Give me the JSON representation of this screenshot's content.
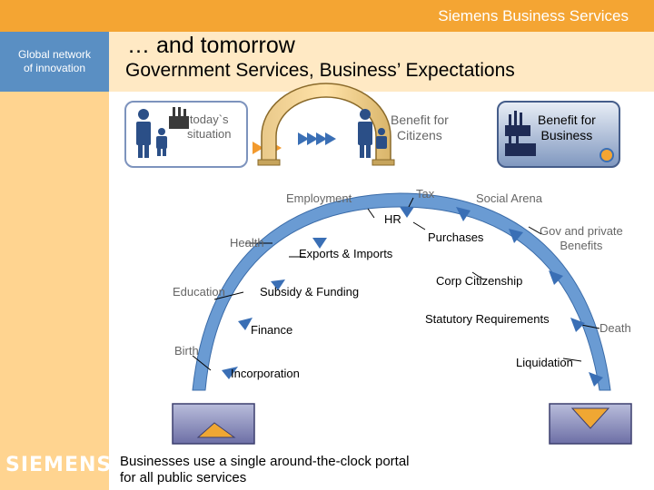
{
  "header": {
    "brand": "Siemens Business Services"
  },
  "sidebar": {
    "tagline_line1": "Global network",
    "tagline_line2": "of innovation",
    "logo": "SIEMENS"
  },
  "title": {
    "line1": "… and tomorrow",
    "line2": "Government Services, Business’ Expectations"
  },
  "flow": {
    "today": [
      "today`s",
      "situation"
    ],
    "citizens": [
      "Benefit for",
      "Citizens"
    ],
    "business": [
      "Benefit for",
      "Business"
    ]
  },
  "lifecycle": {
    "employment": "Employment",
    "tax": "Tax",
    "social_arena": "Social Arena",
    "hr": "HR",
    "health": "Health",
    "exports": "Exports & Imports",
    "purchases": "Purchases",
    "gov_private": [
      "Gov and private",
      "Benefits"
    ],
    "education": "Education",
    "subsidy": "Subsidy & Funding",
    "corp_citizenship": "Corp Citizenship",
    "finance": "Finance",
    "statutory": "Statutory Requirements",
    "death": "Death",
    "birth": "Birth",
    "incorporation": "Incorporation",
    "liquidation": "Liquidation"
  },
  "footer": {
    "line1": "Businesses use a single around-the-clock portal",
    "line2": "for all public services"
  },
  "colors": {
    "orange": "#f4a533",
    "panel": "#ffd490",
    "blue_box": "#5a8fc3",
    "title_band": "#ffe9c4",
    "arc": "#5f8fc6"
  }
}
